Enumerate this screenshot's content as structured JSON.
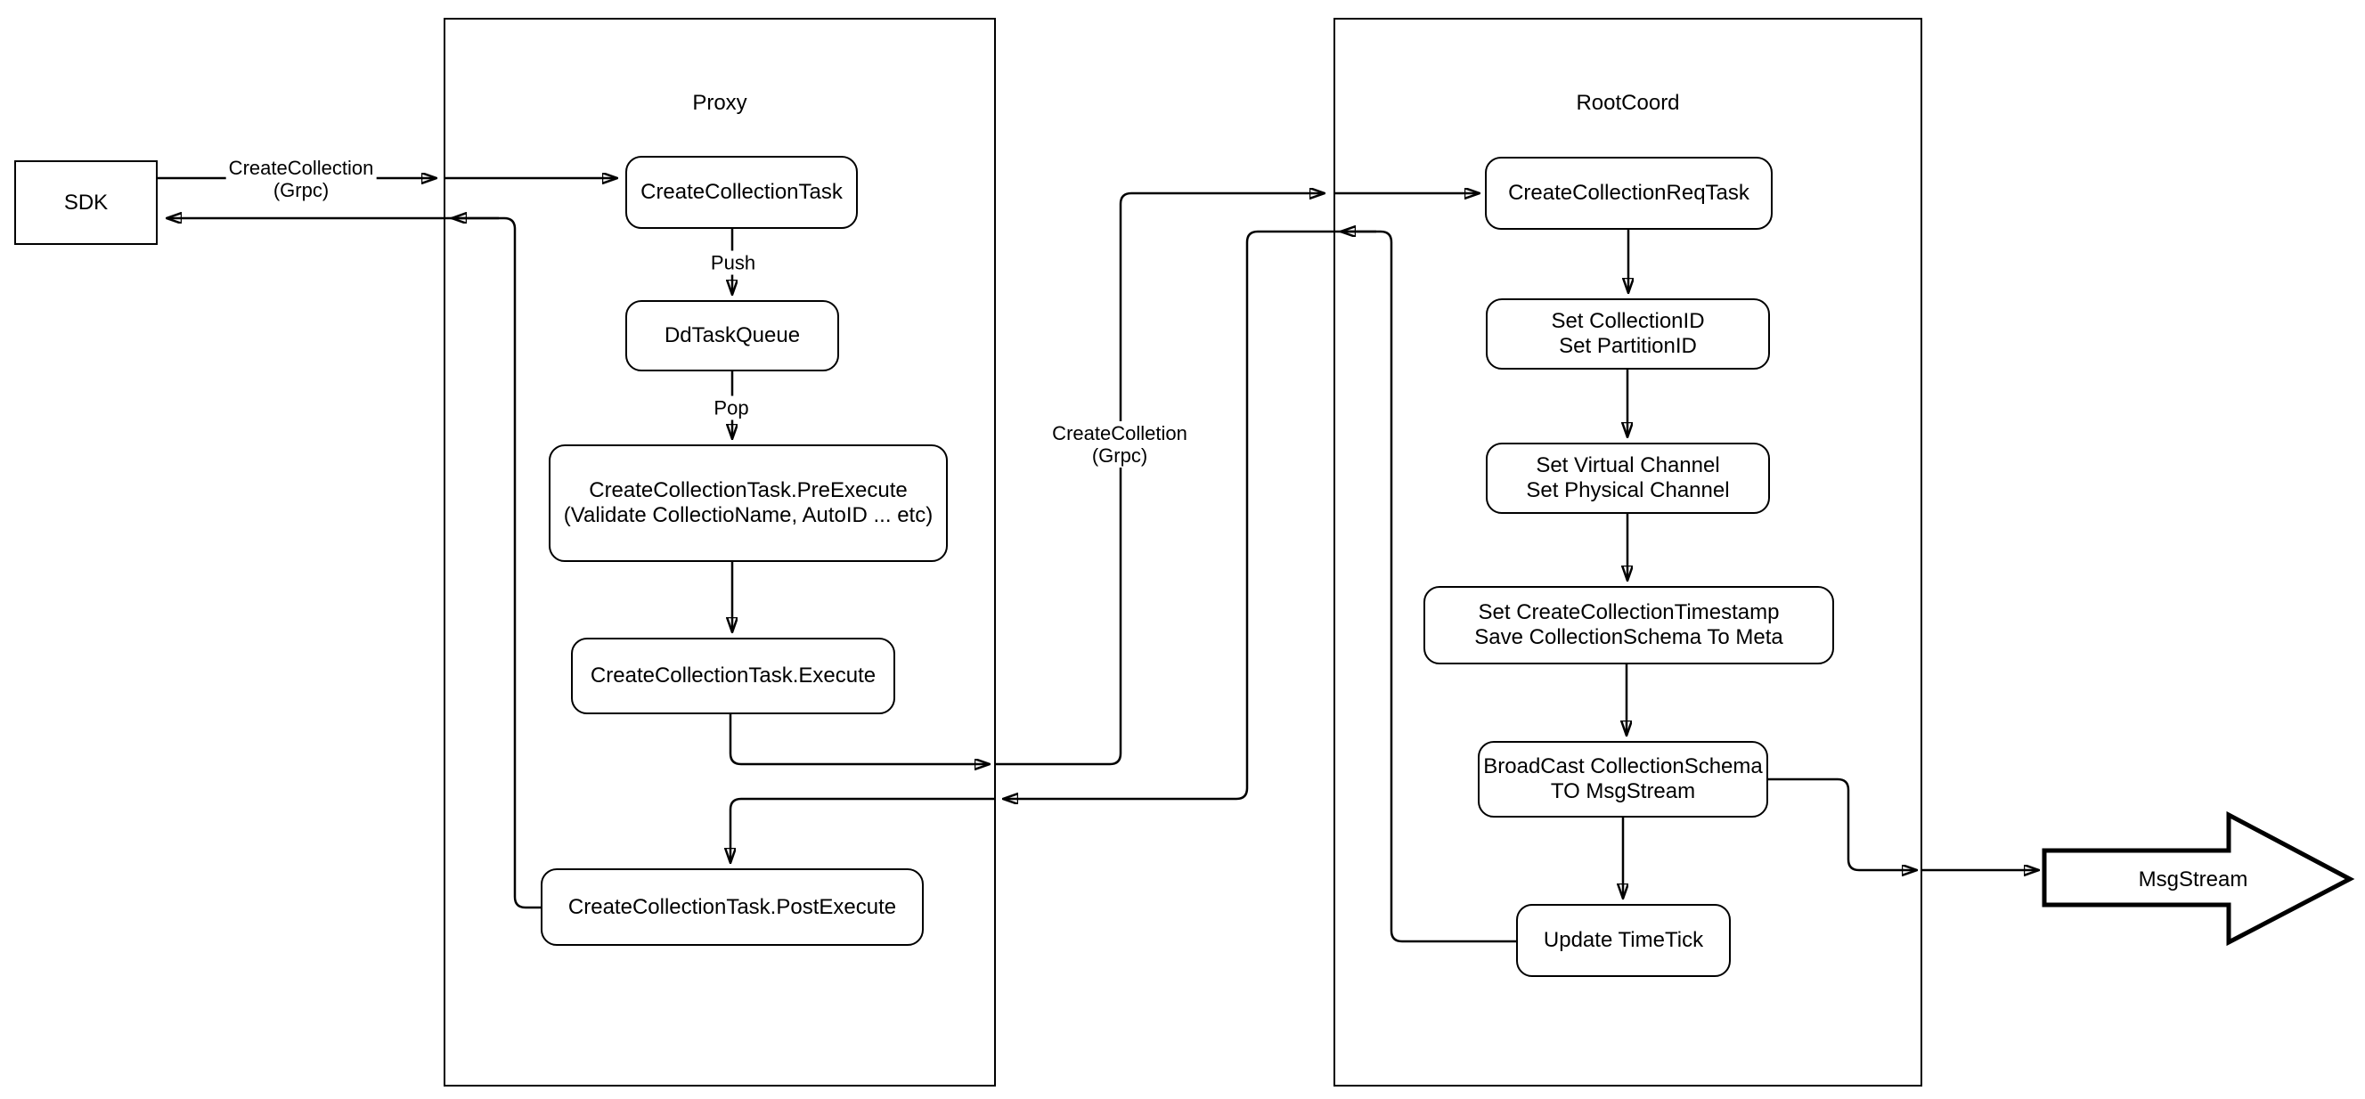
{
  "colors": {
    "stroke": "#000000",
    "background": "#ffffff"
  },
  "sdk": {
    "label": "SDK"
  },
  "proxy": {
    "title": "Proxy",
    "nodes": {
      "create_collection_task": {
        "label": "CreateCollectionTask"
      },
      "dd_task_queue": {
        "label": "DdTaskQueue"
      },
      "pre_execute": {
        "line1": "CreateCollectionTask.PreExecute",
        "line2": "(Validate CollectioName, AutoID ... etc)"
      },
      "execute": {
        "label": "CreateCollectionTask.Execute"
      },
      "post_execute": {
        "label": "CreateCollectionTask.PostExecute"
      }
    }
  },
  "rootcoord": {
    "title": "RootCoord",
    "nodes": {
      "req_task": {
        "label": "CreateCollectionReqTask"
      },
      "set_ids": {
        "line1": "Set CollectionID",
        "line2": "Set PartitionID"
      },
      "set_channels": {
        "line1": "Set Virtual Channel",
        "line2": "Set Physical Channel"
      },
      "set_timestamp": {
        "line1": "Set CreateCollectionTimestamp",
        "line2": "Save CollectionSchema To Meta"
      },
      "broadcast": {
        "line1": "BroadCast CollectionSchema",
        "line2": "TO MsgStream"
      },
      "update_timetick": {
        "label": "Update TimeTick"
      }
    }
  },
  "msgstream": {
    "label": "MsgStream"
  },
  "edge_labels": {
    "sdk_call": {
      "line1": "CreateCollection",
      "line2": "(Grpc)"
    },
    "push": "Push",
    "pop": "Pop",
    "proxy_to_root": {
      "line1": "CreateColletion",
      "line2": "(Grpc)"
    }
  }
}
